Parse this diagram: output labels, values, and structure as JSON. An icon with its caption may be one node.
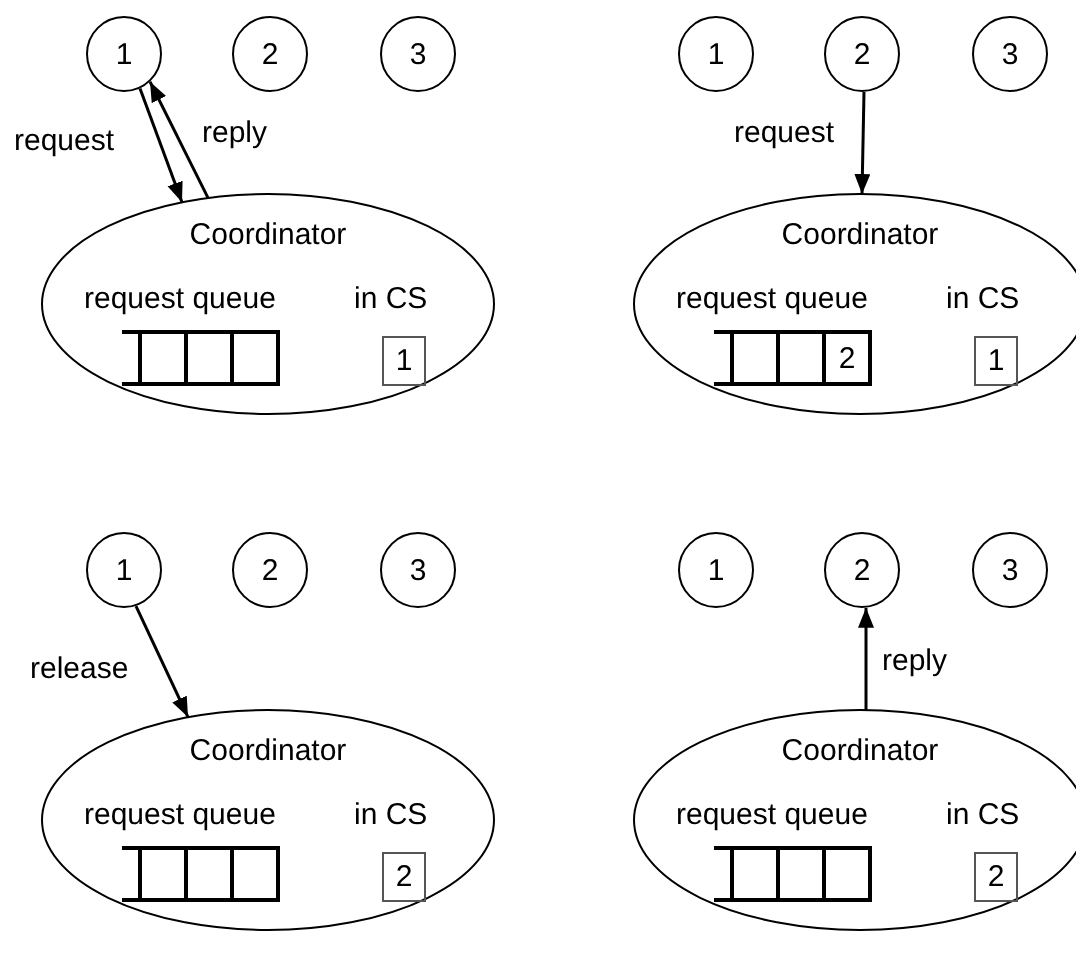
{
  "diagram": {
    "nodes": [
      {
        "text": [
          "1"
        ]
      },
      {
        "text": [
          "2"
        ]
      },
      {
        "text": [
          "3"
        ]
      },
      {
        "text": [
          "Coordinator",
          "request queue",
          "in CS"
        ]
      },
      {
        "text": [],
        "shape": "box",
        "in": 3
      },
      {
        "text": [],
        "shape": "box",
        "in": 3
      },
      {
        "text": [],
        "shape": "box",
        "in": 3
      },
      {
        "text": [
          "1"
        ],
        "in": 3
      },
      {
        "text": [
          "1"
        ]
      },
      {
        "text": [
          "2"
        ]
      },
      {
        "text": [
          "3"
        ]
      },
      {
        "text": [
          "Coordinator",
          "request queue",
          "in CS"
        ]
      },
      {
        "text": [],
        "shape": "box",
        "in": 11
      },
      {
        "text": [],
        "shape": "box",
        "in": 11
      },
      {
        "text": [
          "2"
        ],
        "in": 11
      },
      {
        "text": [
          "1"
        ],
        "in": 11
      },
      {
        "text": [
          "1"
        ]
      },
      {
        "text": [
          "2"
        ]
      },
      {
        "text": [
          "3"
        ]
      },
      {
        "text": [
          "Coordinator",
          "request queue",
          "in CS"
        ]
      },
      {
        "text": [],
        "shape": "box",
        "in": 19
      },
      {
        "text": [],
        "shape": "box",
        "in": 19
      },
      {
        "text": [],
        "shape": "box",
        "in": 19
      },
      {
        "text": [
          "2"
        ],
        "in": 19
      },
      {
        "text": [
          "1"
        ]
      },
      {
        "text": [
          "2"
        ]
      },
      {
        "text": [
          "3"
        ]
      },
      {
        "text": [
          "Coordinator",
          "request queue",
          "in CS"
        ]
      },
      {
        "text": [],
        "shape": "box",
        "in": 27
      },
      {
        "text": [],
        "shape": "box",
        "in": 27
      },
      {
        "text": [],
        "shape": "box",
        "in": 27
      },
      {
        "text": [
          "2"
        ],
        "in": 27
      }
    ],
    "edges": [
      {
        "from": 0,
        "to": 3,
        "arrow": "to",
        "label": "request"
      },
      {
        "from": 3,
        "to": 0,
        "arrow": "to",
        "label": "reply"
      },
      {
        "from": 9,
        "to": 11,
        "arrow": "to",
        "label": "request"
      },
      {
        "from": 16,
        "to": 19,
        "arrow": "to",
        "label": "release"
      },
      {
        "from": 27,
        "to": 25,
        "arrow": "to",
        "label": "reply"
      }
    ]
  }
}
